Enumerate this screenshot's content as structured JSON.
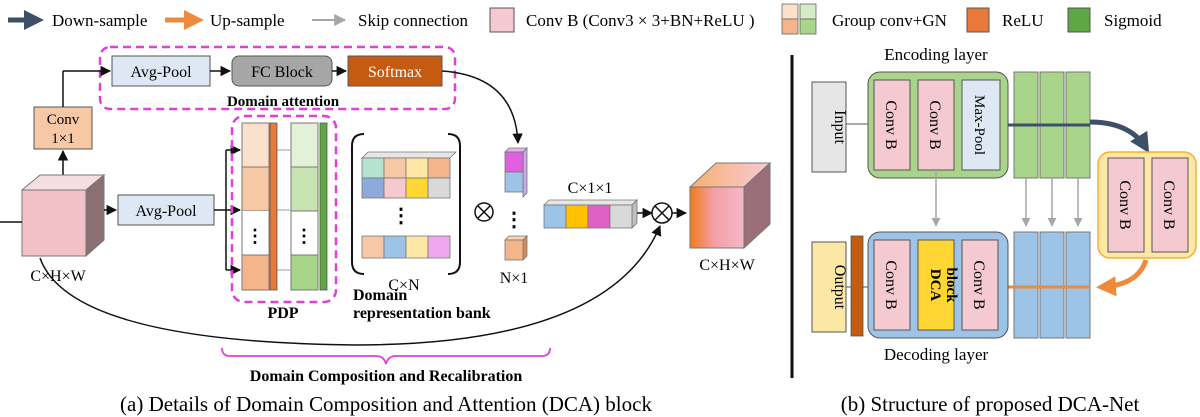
{
  "legend": {
    "down_sample": "Down-sample",
    "up_sample": "Up-sample",
    "skip_connection": "Skip connection",
    "conv_b": "Conv B (Conv3 × 3+BN+ReLU )",
    "group_conv": "Group conv+GN",
    "relu": "ReLU",
    "sigmoid": "Sigmoid"
  },
  "dca": {
    "conv1x1_line1": "Conv",
    "conv1x1_line2": "1×1",
    "avgpool_top": "Avg-Pool",
    "fc_block": "FC Block",
    "softmax": "Softmax",
    "domain_attention": "Domain attention",
    "avgpool_mid": "Avg-Pool",
    "input_dim": "C×H×W",
    "pdp": "PDP",
    "cxn": "C×N",
    "bank_line1": "Domain",
    "bank_line2": "representation bank",
    "nx1": "N×1",
    "cx1x1": "C×1×1",
    "output_dim": "C×H×W",
    "composition": "Domain Composition and Recalibration",
    "caption": "(a) Details of Domain Composition and Attention (DCA) block"
  },
  "net": {
    "encoding_layer": "Encoding layer",
    "decoding_layer": "Decoding layer",
    "input": "Input",
    "output": "Output",
    "conv_b": "Conv B",
    "max_pool": "Max-Pool",
    "dca_line1": "DCA",
    "dca_line2": "block",
    "caption": "(b) Structure of proposed DCA-Net"
  },
  "colors": {
    "down_sample": "#3d5068",
    "up_sample": "#ee8a3c",
    "skip": "#a6a6a6",
    "conv_b": "#f4c9cf",
    "relu": "#d8672a",
    "sigmoid": "#5fa644",
    "dashed_box": "#e040d8",
    "encoding_fill": "#a9d58b",
    "decoding_fill": "#9dc3e6",
    "bottleneck_fill": "#fde7a7",
    "dca_block": "#ffd634"
  }
}
